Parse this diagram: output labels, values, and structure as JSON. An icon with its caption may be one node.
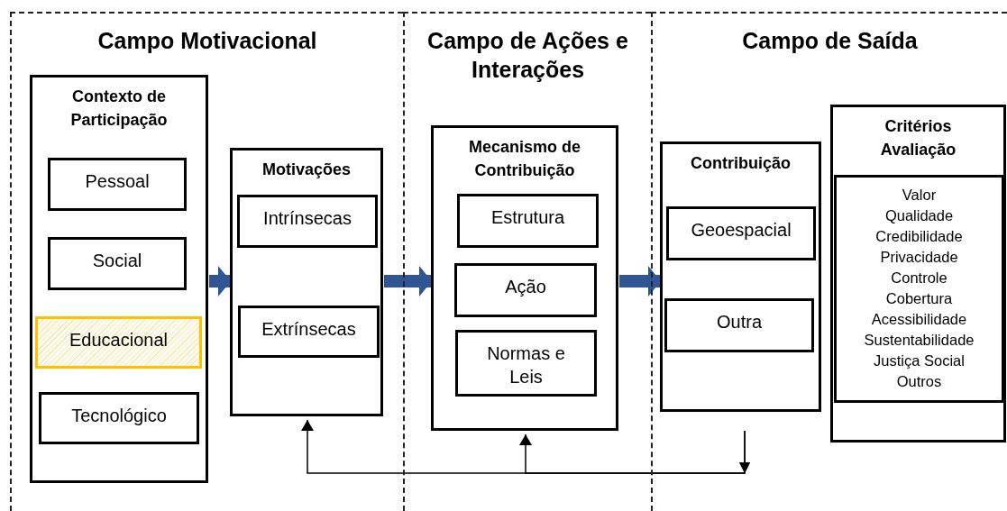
{
  "diagram": {
    "nodes": [
      {
        "text": [
          "Campo Motivacional"
        ]
      },
      {
        "text": [
          "Contexto de Participação"
        ],
        "in": 0
      },
      {
        "text": [
          "Pessoal"
        ],
        "in": 1
      },
      {
        "text": [
          "Social"
        ],
        "in": 1
      },
      {
        "text": [
          "Educacional"
        ],
        "in": 1
      },
      {
        "text": [
          "Tecnológico"
        ],
        "in": 1
      },
      {
        "text": [
          "Motivações"
        ],
        "in": 0
      },
      {
        "text": [
          "Intrínsecas"
        ],
        "in": 6
      },
      {
        "text": [
          "Extrínsecas"
        ],
        "in": 6
      },
      {
        "text": [
          "Campo de Ações e Interações"
        ]
      },
      {
        "text": [
          "Mecanismo de Contribuição"
        ],
        "in": 9
      },
      {
        "text": [
          "Estrutura"
        ],
        "in": 10
      },
      {
        "text": [
          "Ação"
        ],
        "in": 10
      },
      {
        "text": [
          "Normas e Leis"
        ],
        "in": 10
      },
      {
        "text": [
          "Campo de Saída"
        ]
      },
      {
        "text": [
          "Contribuição"
        ],
        "in": 14
      },
      {
        "text": [
          "Geoespacial"
        ],
        "in": 15
      },
      {
        "text": [
          "Outra"
        ],
        "in": 15
      },
      {
        "text": [
          "Critérios Avaliação"
        ],
        "in": 14
      },
      {
        "text": [
          "Valor",
          "Qualidade",
          "Credibilidade",
          "Privacidade",
          "Controle",
          "Cobertura",
          "Acessibilidade",
          "Sustentabilidade",
          "Justiça Social",
          "Outros"
        ],
        "in": 18
      }
    ],
    "edges": [
      {
        "from": 1,
        "to": 6,
        "arrow": "to"
      },
      {
        "from": 6,
        "to": 10,
        "arrow": "to"
      },
      {
        "from": 10,
        "to": 15,
        "arrow": "to"
      },
      {
        "from": 15,
        "to": 6,
        "arrow": "to",
        "color": "#000000"
      },
      {
        "from": 15,
        "to": 10,
        "arrow": "to",
        "color": "#000000"
      }
    ]
  }
}
